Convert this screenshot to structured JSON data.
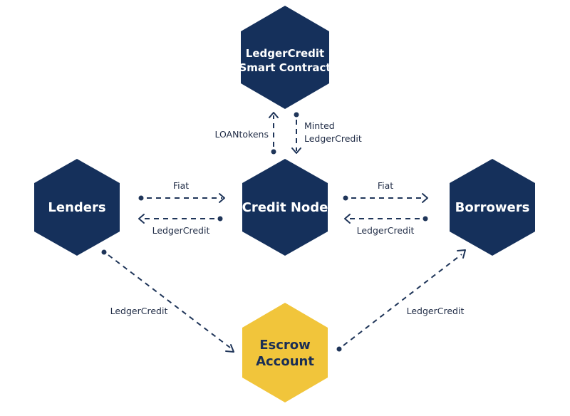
{
  "colors": {
    "node_fill": "#15305b",
    "escrow_fill": "#f1c53b",
    "edge": "#1f3559",
    "background": "#ffffff"
  },
  "nodes": {
    "smart_contract": {
      "line1": "LedgerCredit",
      "line2": "Smart Contract"
    },
    "lenders": {
      "label": "Lenders"
    },
    "credit_node": {
      "label": "Credit Node"
    },
    "borrowers": {
      "label": "Borrowers"
    },
    "escrow": {
      "line1": "Escrow",
      "line2": "Account"
    }
  },
  "edges": {
    "loantokens": "LOANtokens",
    "minted_line1": "Minted",
    "minted_line2": "LedgerCredit",
    "lenders_fiat": "Fiat",
    "lenders_ledgercredit": "LedgerCredit",
    "borrowers_fiat": "Fiat",
    "borrowers_ledgercredit": "LedgerCredit",
    "lenders_escrow": "LedgerCredit",
    "escrow_borrowers": "LedgerCredit"
  }
}
